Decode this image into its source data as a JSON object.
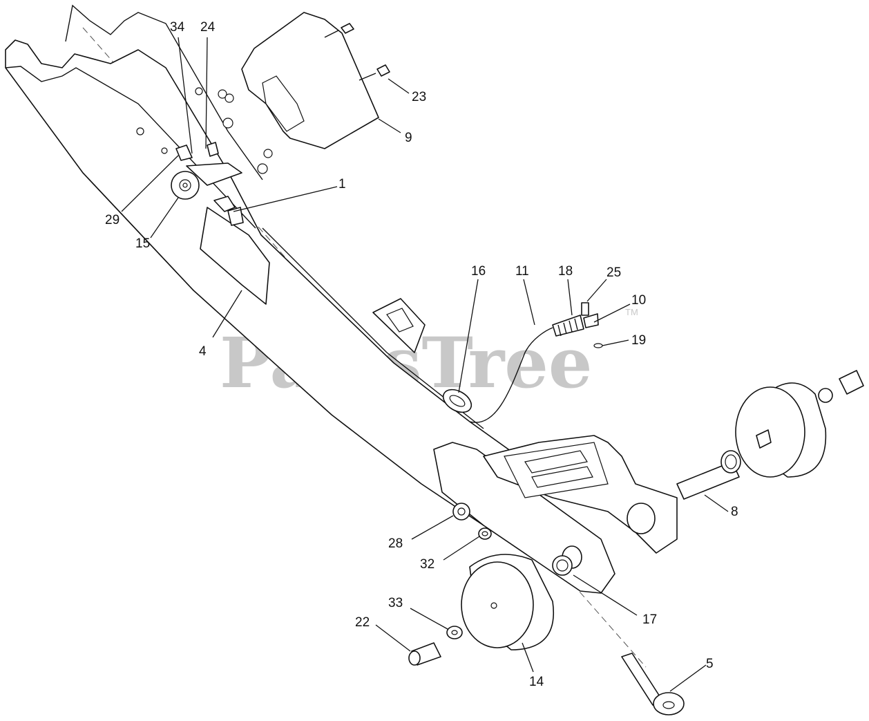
{
  "watermark": {
    "text": "PartsTree",
    "trademark": "TM"
  },
  "callouts": [
    {
      "id": "34",
      "label": "34"
    },
    {
      "id": "24",
      "label": "24"
    },
    {
      "id": "23",
      "label": "23"
    },
    {
      "id": "9",
      "label": "9"
    },
    {
      "id": "1",
      "label": "1"
    },
    {
      "id": "29",
      "label": "29"
    },
    {
      "id": "15",
      "label": "15"
    },
    {
      "id": "4",
      "label": "4"
    },
    {
      "id": "16",
      "label": "16"
    },
    {
      "id": "11",
      "label": "11"
    },
    {
      "id": "18",
      "label": "18"
    },
    {
      "id": "25",
      "label": "25"
    },
    {
      "id": "10",
      "label": "10"
    },
    {
      "id": "19",
      "label": "19"
    },
    {
      "id": "8",
      "label": "8"
    },
    {
      "id": "28",
      "label": "28"
    },
    {
      "id": "32",
      "label": "32"
    },
    {
      "id": "17",
      "label": "17"
    },
    {
      "id": "33",
      "label": "33"
    },
    {
      "id": "22",
      "label": "22"
    },
    {
      "id": "14",
      "label": "14"
    },
    {
      "id": "5",
      "label": "5"
    }
  ]
}
